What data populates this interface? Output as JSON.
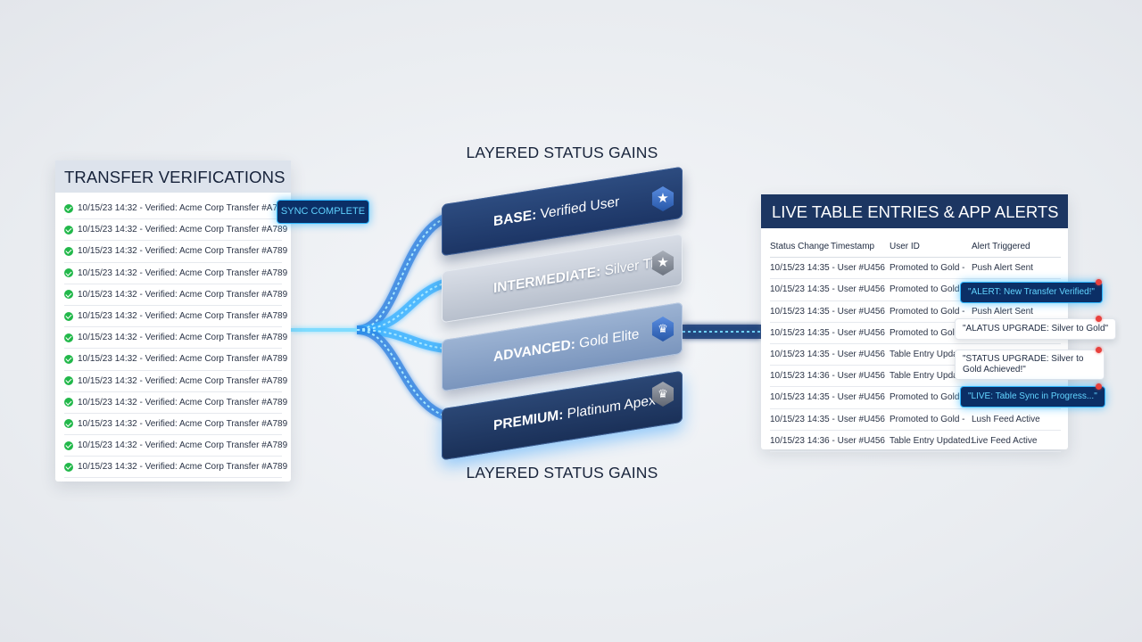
{
  "left_panel": {
    "title": "TRANSFER VERIFICATIONS",
    "items": [
      "10/15/23 14:32 - Verified: Acme Corp Transfer #A789",
      "10/15/23 14:32 - Verified: Acme Corp Transfer #A789",
      "10/15/23 14:32 - Verified: Acme Corp Transfer #A789",
      "10/15/23 14:32 - Verified: Acme Corp Transfer #A789",
      "10/15/23 14:32 - Verified: Acme Corp Transfer #A789",
      "10/15/23 14:32 - Verified: Acme Corp Transfer #A789",
      "10/15/23 14:32 - Verified: Acme Corp Transfer #A789",
      "10/15/23 14:32 - Verified: Acme Corp Transfer #A789",
      "10/15/23 14:32 - Verified: Acme Corp Transfer #A789",
      "10/15/23 14:32 - Verified: Acme Corp Transfer #A789",
      "10/15/23 14:32 - Verified: Acme Corp Transfer #A789",
      "10/15/23 14:32 - Verified: Acme Corp Transfer #A789",
      "10/15/23 14:32 - Verified: Acme Corp Transfer #A789"
    ],
    "badge": "SYNC COMPLETE"
  },
  "center": {
    "title_top": "LAYERED STATUS GAINS",
    "title_bottom": "LAYERED STATUS GAINS",
    "tiers": [
      {
        "level": "BASE:",
        "name": "Verified User",
        "icon": "star-icon"
      },
      {
        "level": "INTERMEDIATE:",
        "name": "Silver Tier",
        "icon": "star-icon"
      },
      {
        "level": "ADVANCED:",
        "name": "Gold Elite",
        "icon": "crown-icon"
      },
      {
        "level": "PREMIUM:",
        "name": "Platinum Apex",
        "icon": "crown-icon"
      }
    ]
  },
  "right_panel": {
    "title": "LIVE TABLE ENTRIES & APP ALERTS",
    "headers": [
      "Status Change",
      "Timestamp",
      "User ID",
      "Alert Triggered"
    ],
    "rows": [
      [
        "10/15/23 14:35 - User #U456",
        "Promoted to Gold -",
        "Push Alert Sent"
      ],
      [
        "10/15/23 14:35 - User #U456",
        "Promoted to Gold -",
        ""
      ],
      [
        "10/15/23 14:35 - User #U456",
        "Promoted to Gold -",
        "Push Alert Sent"
      ],
      [
        "10/15/23 14:35 - User #U456",
        "Promoted to Gold",
        ""
      ],
      [
        "10/15/23 14:35 - User #U456",
        "Table Entry Update",
        ""
      ],
      [
        "10/15/23 14:36 - User #U456",
        "Table Entry Update",
        ""
      ],
      [
        "10/15/23 14:35 - User #U456",
        "Promoted to Gold -",
        ""
      ],
      [
        "10/15/23 14:35 - User #U456",
        "Promoted to Gold -",
        "Lush Feed Active"
      ],
      [
        "10/15/23 14:36 - User #U456",
        "Table Entry Updated:",
        "Live Feed Active"
      ]
    ],
    "alerts": [
      "\"ALERT: New Transfer Verified!\"",
      "\"ALATUS UPGRADE: Silver to Gold\"",
      "\"STATUS UPGRADE: Silver to Gold Achieved!\"",
      "\"LIVE: Table Sync in Progress...\""
    ]
  },
  "colors": {
    "navy": "#1c3662",
    "glow": "#2fb7ff",
    "check": "#22b84a",
    "alert_dot": "#e8413d"
  }
}
